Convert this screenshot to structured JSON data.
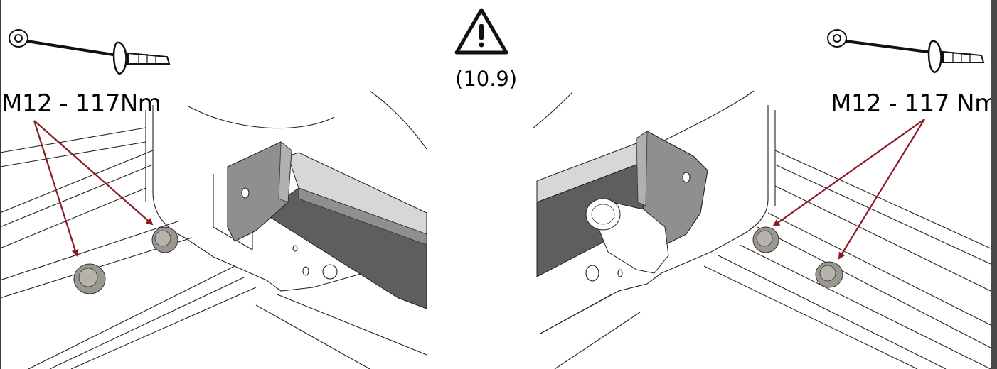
{
  "warning": {
    "icon": "warning-triangle-icon",
    "grade_label": "(10.9)"
  },
  "left_callout": {
    "torque_label": "M12 - 117Nm",
    "tool_icon": "torque-wrench-icon"
  },
  "right_callout": {
    "torque_label": "M12 - 117 Nm",
    "tool_icon": "torque-wrench-icon"
  },
  "colors": {
    "arrow": "#8b1a24",
    "part_shade_dark": "#6c6c6c",
    "part_shade_mid": "#8f8f8f",
    "bolt": "#9a9690",
    "frame": "#4a4a4a"
  }
}
